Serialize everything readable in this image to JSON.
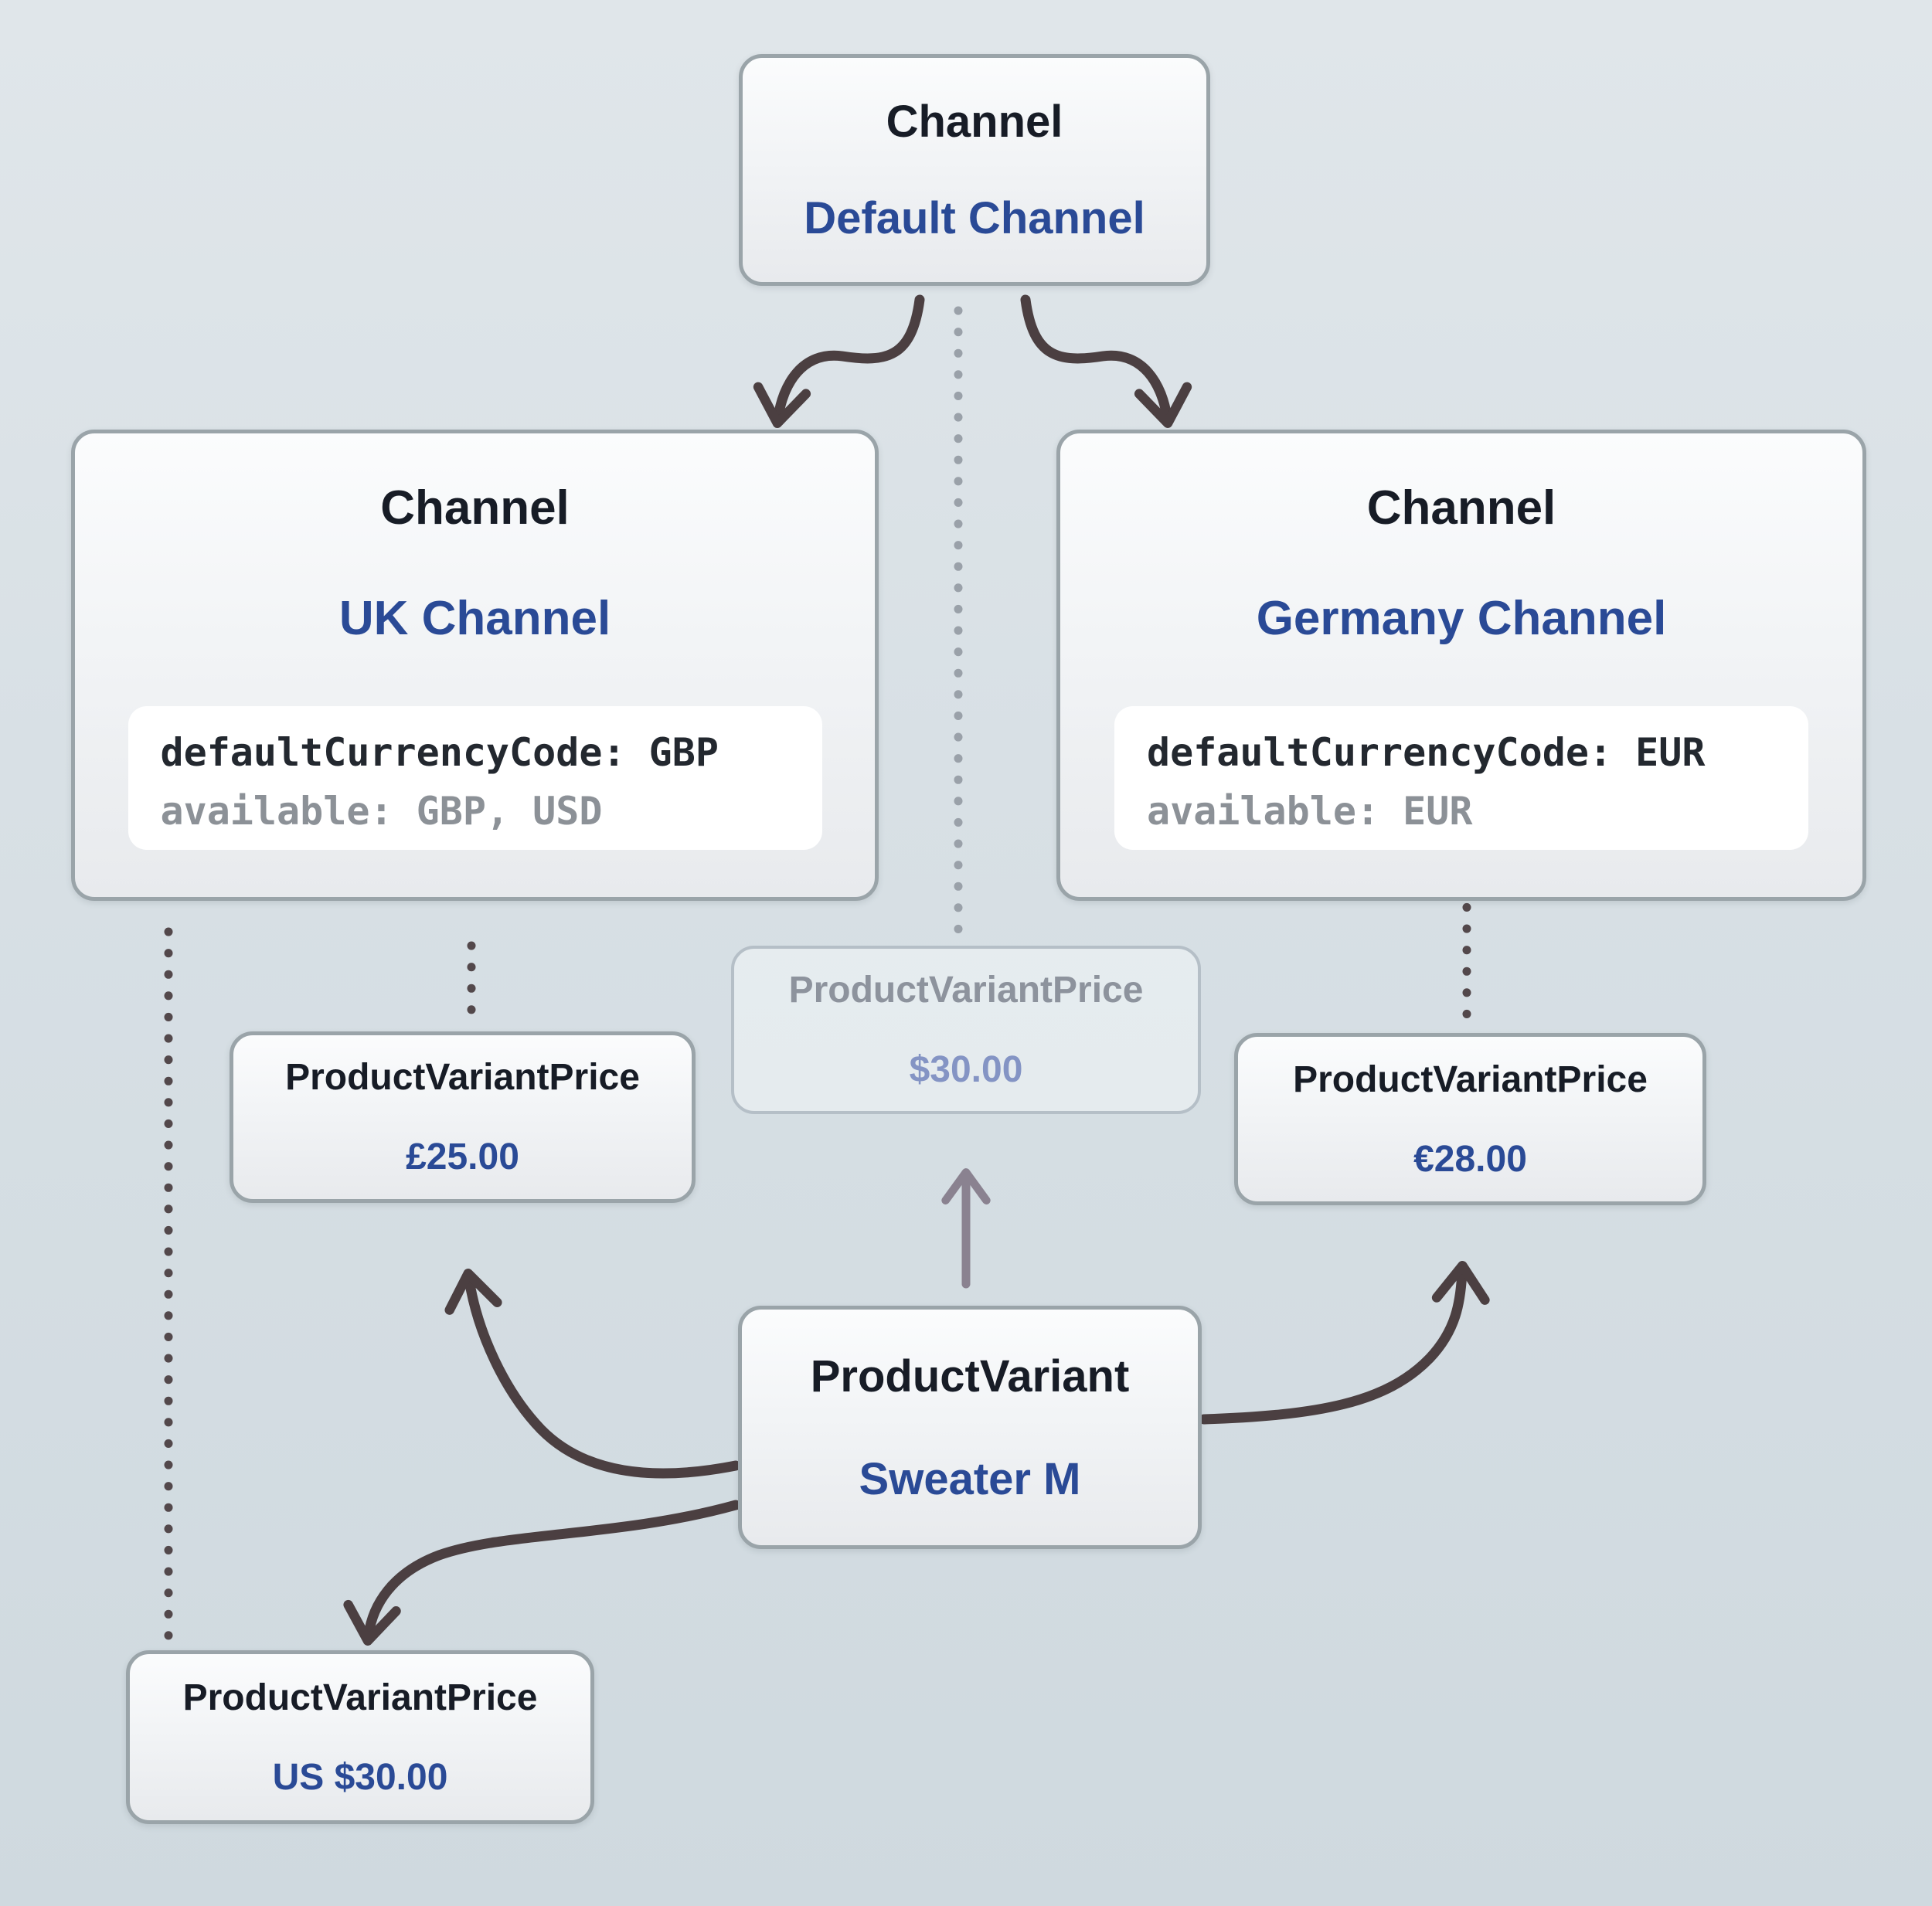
{
  "colors": {
    "background_top": "#e0e6ea",
    "background_bottom": "#cfd9df",
    "node_border": "#9aa4a9",
    "accent_blue": "#2a4a96",
    "title_dark": "#171c26",
    "code_text": "#23282f",
    "code_muted": "#8c9197",
    "faded_title": "#8d939d",
    "faded_value": "#8494c4",
    "arrow_dark": "#4b3f41",
    "arrow_gray": "#8a8290",
    "dot_dark": "#53484b",
    "dot_gray": "#9aa1a9"
  },
  "nodes": {
    "default_channel": {
      "type": "Channel",
      "name": "Default Channel"
    },
    "uk_channel": {
      "type": "Channel",
      "name": "UK Channel",
      "code_primary": "defaultCurrencyCode: GBP",
      "code_secondary": "available: GBP, USD"
    },
    "germany_channel": {
      "type": "Channel",
      "name": "Germany Channel",
      "code_primary": "defaultCurrencyCode: EUR",
      "code_secondary": "available: EUR"
    },
    "default_price": {
      "type": "ProductVariantPrice",
      "value": "$30.00"
    },
    "uk_price": {
      "type": "ProductVariantPrice",
      "value": "£25.00"
    },
    "germany_price": {
      "type": "ProductVariantPrice",
      "value": "€28.00"
    },
    "usd_price": {
      "type": "ProductVariantPrice",
      "value": "US $30.00"
    },
    "product_variant": {
      "type": "ProductVariant",
      "name": "Sweater M"
    }
  }
}
